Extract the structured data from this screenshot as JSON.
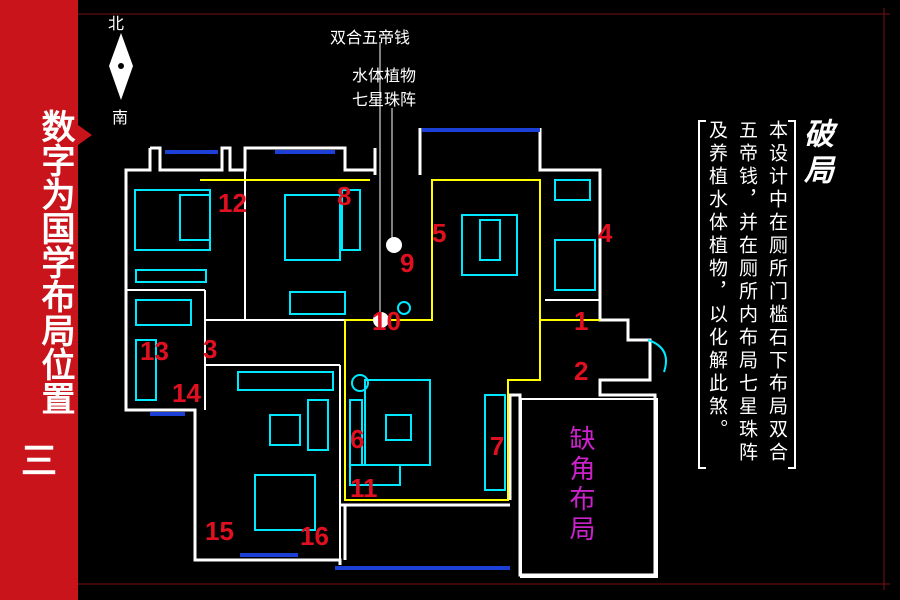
{
  "sidebar": {
    "title": "数字为国学布局位置",
    "number": "三"
  },
  "compass": {
    "north": "北",
    "south": "南"
  },
  "callouts": {
    "coins": "双合五帝钱",
    "water_plant": "水体植物",
    "seven_star": "七星珠阵"
  },
  "panel": {
    "heading": "破局",
    "text_col1": "本设计中在厕所门槛石下布局双合",
    "text_col2": "五帝钱，并在厕所内布局七星珠阵",
    "text_col3": "及养植水体植物，以化解此煞。"
  },
  "missing_corner": "缺角布局",
  "room_numbers": [
    "1",
    "2",
    "3",
    "4",
    "5",
    "6",
    "7",
    "8",
    "9",
    "10",
    "11",
    "12",
    "13",
    "14",
    "15",
    "16"
  ],
  "colors": {
    "sidebar": "#c8141a",
    "numbers": "#e01020",
    "missing_text": "#cc22cc",
    "walls": "#ffffff",
    "outline": "#ffff00",
    "furniture": "#00ffff",
    "windows": "#1c3fd6"
  }
}
